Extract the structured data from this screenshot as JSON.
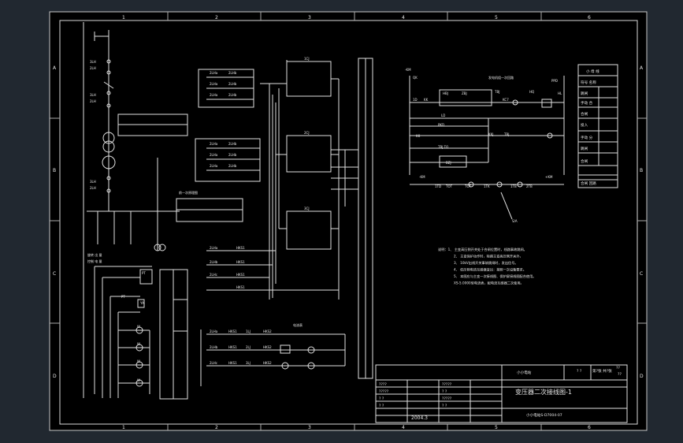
{
  "drawing": {
    "title": "变压器二次接线图-1",
    "date": "2004.3",
    "drawing_number": "小小电站S-D7004-07",
    "company": "小小电站",
    "zone_columns": [
      "1",
      "2",
      "3",
      "4",
      "5",
      "6"
    ],
    "zone_rows": [
      "A",
      "B",
      "C",
      "D"
    ]
  },
  "title_block": {
    "top_cells": [
      "? ?",
      "第?张 共?张",
      "??",
      "??"
    ],
    "left_rows": [
      "????",
      "?????",
      "? ?",
      "? ?"
    ],
    "mid_rows": [
      "?????",
      "? ?",
      "?????",
      "? ?"
    ]
  },
  "notes": [
    "说明：1、 主变高压侧开关处于合闸位置时，线路事故跳闸。",
    "2、 主变保护动作时，除跳主变高压侧开关外，",
    "3、 10kV出线开关事故跳闸时，发出信号。",
    "4、 低压侧电流互感器变比：按照一次设备要求。",
    "5、 本图应与主变一次接线图、保护屏接线图配合使用。",
    "XS-5.0000型电流表，配电流互感器二次使用。"
  ],
  "right_table": {
    "header": "小 母 线",
    "rows": [
      "符号  名称",
      "跳闸",
      "手动  合",
      "合闸",
      "投入",
      "手动  分",
      "跳闸",
      "合闸",
      "合闸  回路"
    ]
  },
  "labels": {
    "gen_sensor": "发电机组一次回路",
    "pt": "PT",
    "relay": "电流表",
    "ya": "YA",
    "sw": "S/A",
    "test_text": "前一次原理图"
  }
}
